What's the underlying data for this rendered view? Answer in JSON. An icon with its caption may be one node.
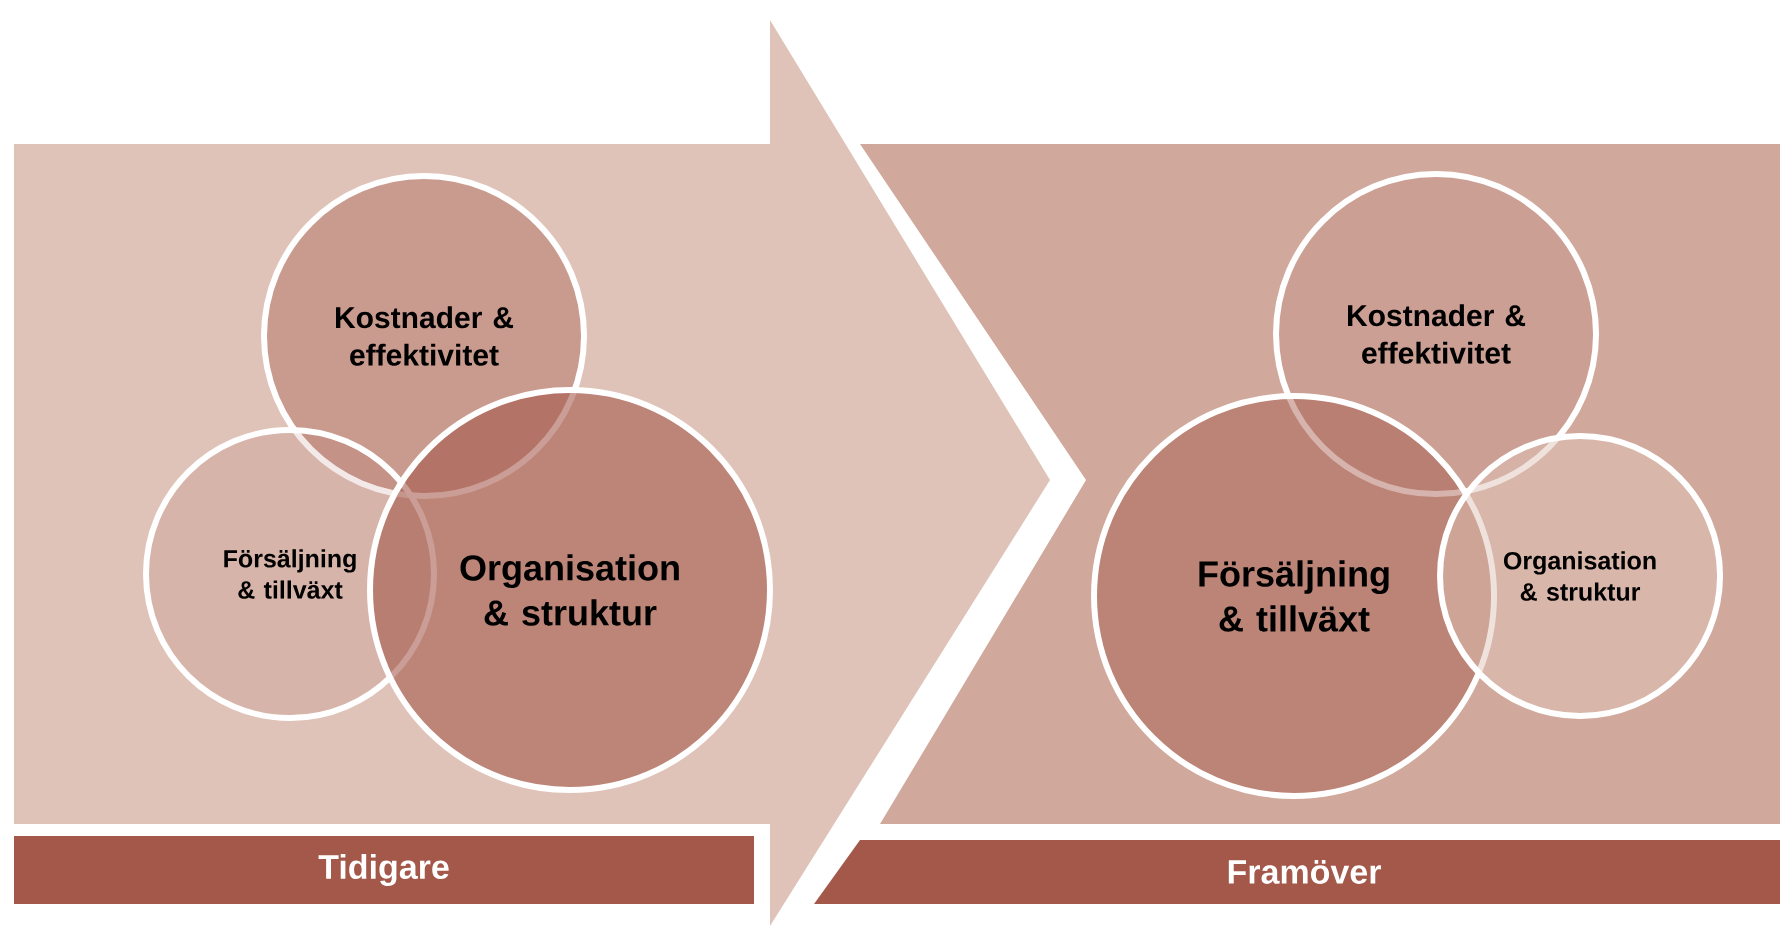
{
  "diagram": {
    "nodes": [
      {
        "text": [
          "Tidigare"
        ]
      },
      {
        "text": [
          "Kostnader & effektivitet"
        ]
      },
      {
        "text": [
          "Försäljning & tillväxt"
        ]
      },
      {
        "text": [
          "Organisation & struktur"
        ]
      },
      {
        "text": [
          "Framöver"
        ]
      },
      {
        "text": [
          "Kostnader & effektivitet"
        ]
      },
      {
        "text": [
          "Försäljning & tillväxt"
        ]
      },
      {
        "text": [
          "Organisation & struktur"
        ]
      }
    ]
  }
}
